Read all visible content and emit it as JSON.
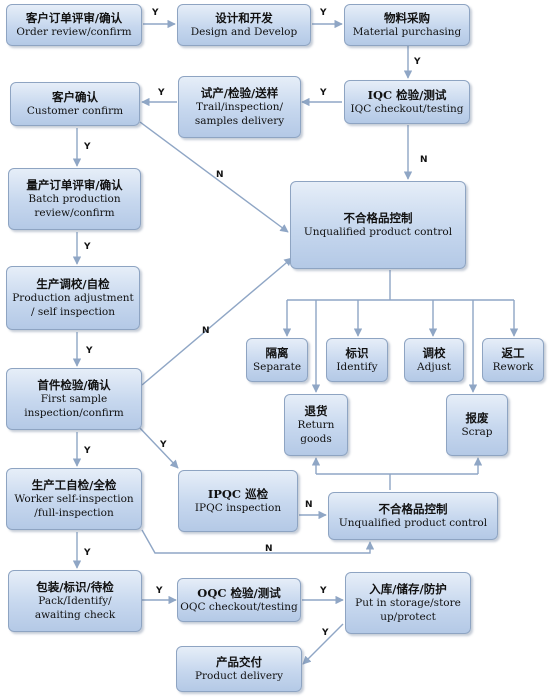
{
  "nodes": {
    "order_review": {
      "zh": "客户订单评审/确认",
      "en": "Order review/confirm"
    },
    "design": {
      "zh": "设计和开发",
      "en": "Design and Develop"
    },
    "purchasing": {
      "zh": "物料采购",
      "en": "Material purchasing"
    },
    "customer_confirm": {
      "zh": "客户确认",
      "en": "Customer confirm"
    },
    "trail": {
      "zh": "试产/检验/送样",
      "en1": "Trail/inspection/",
      "en2": "samples delivery"
    },
    "iqc": {
      "zh": "IQC 检验/测试",
      "en": "IQC checkout/testing"
    },
    "batch": {
      "zh": "量产订单评审/确认",
      "en1": "Batch production",
      "en2": "review/confirm"
    },
    "unqualified_top": {
      "zh": "不合格品控制",
      "en": "Unqualified product control"
    },
    "production_adj": {
      "zh": "生产调校/自检",
      "en1": "Production adjustment",
      "en2": "/ self inspection"
    },
    "separate": {
      "zh": "隔离",
      "en": "Separate"
    },
    "identify": {
      "zh": "标识",
      "en": "Identify"
    },
    "adjust": {
      "zh": "调校",
      "en": "Adjust"
    },
    "rework": {
      "zh": "返工",
      "en": "Rework"
    },
    "return_goods": {
      "zh": "退货",
      "en1": "Return",
      "en2": "goods"
    },
    "scrap": {
      "zh": "报废",
      "en": "Scrap"
    },
    "first_sample": {
      "zh": "首件检验/确认",
      "en1": "First sample",
      "en2": "inspection/confirm"
    },
    "worker": {
      "zh": "生产工自检/全检",
      "en1": "Worker self-inspection",
      "en2": "/full-inspection"
    },
    "ipqc": {
      "zh": "IPQC 巡检",
      "en": "IPQC inspection"
    },
    "unqualified_bottom": {
      "zh": "不合格品控制",
      "en": "Unqualified product control"
    },
    "pack": {
      "zh": "包装/标识/待检",
      "en1": "Pack/Identify/",
      "en2": "awaiting check"
    },
    "oqc": {
      "zh": "OQC 检验/测试",
      "en": "OQC checkout/testing"
    },
    "storage": {
      "zh": "入库/储存/防护",
      "en1": "Put in storage/store",
      "en2": "up/protect"
    },
    "delivery": {
      "zh": "产品交付",
      "en": "Product delivery"
    }
  },
  "labels": {
    "yes": "Y",
    "no": "N"
  },
  "colors": {
    "arrow": "#8fa6c5",
    "box_border": "#8ea4c2"
  }
}
